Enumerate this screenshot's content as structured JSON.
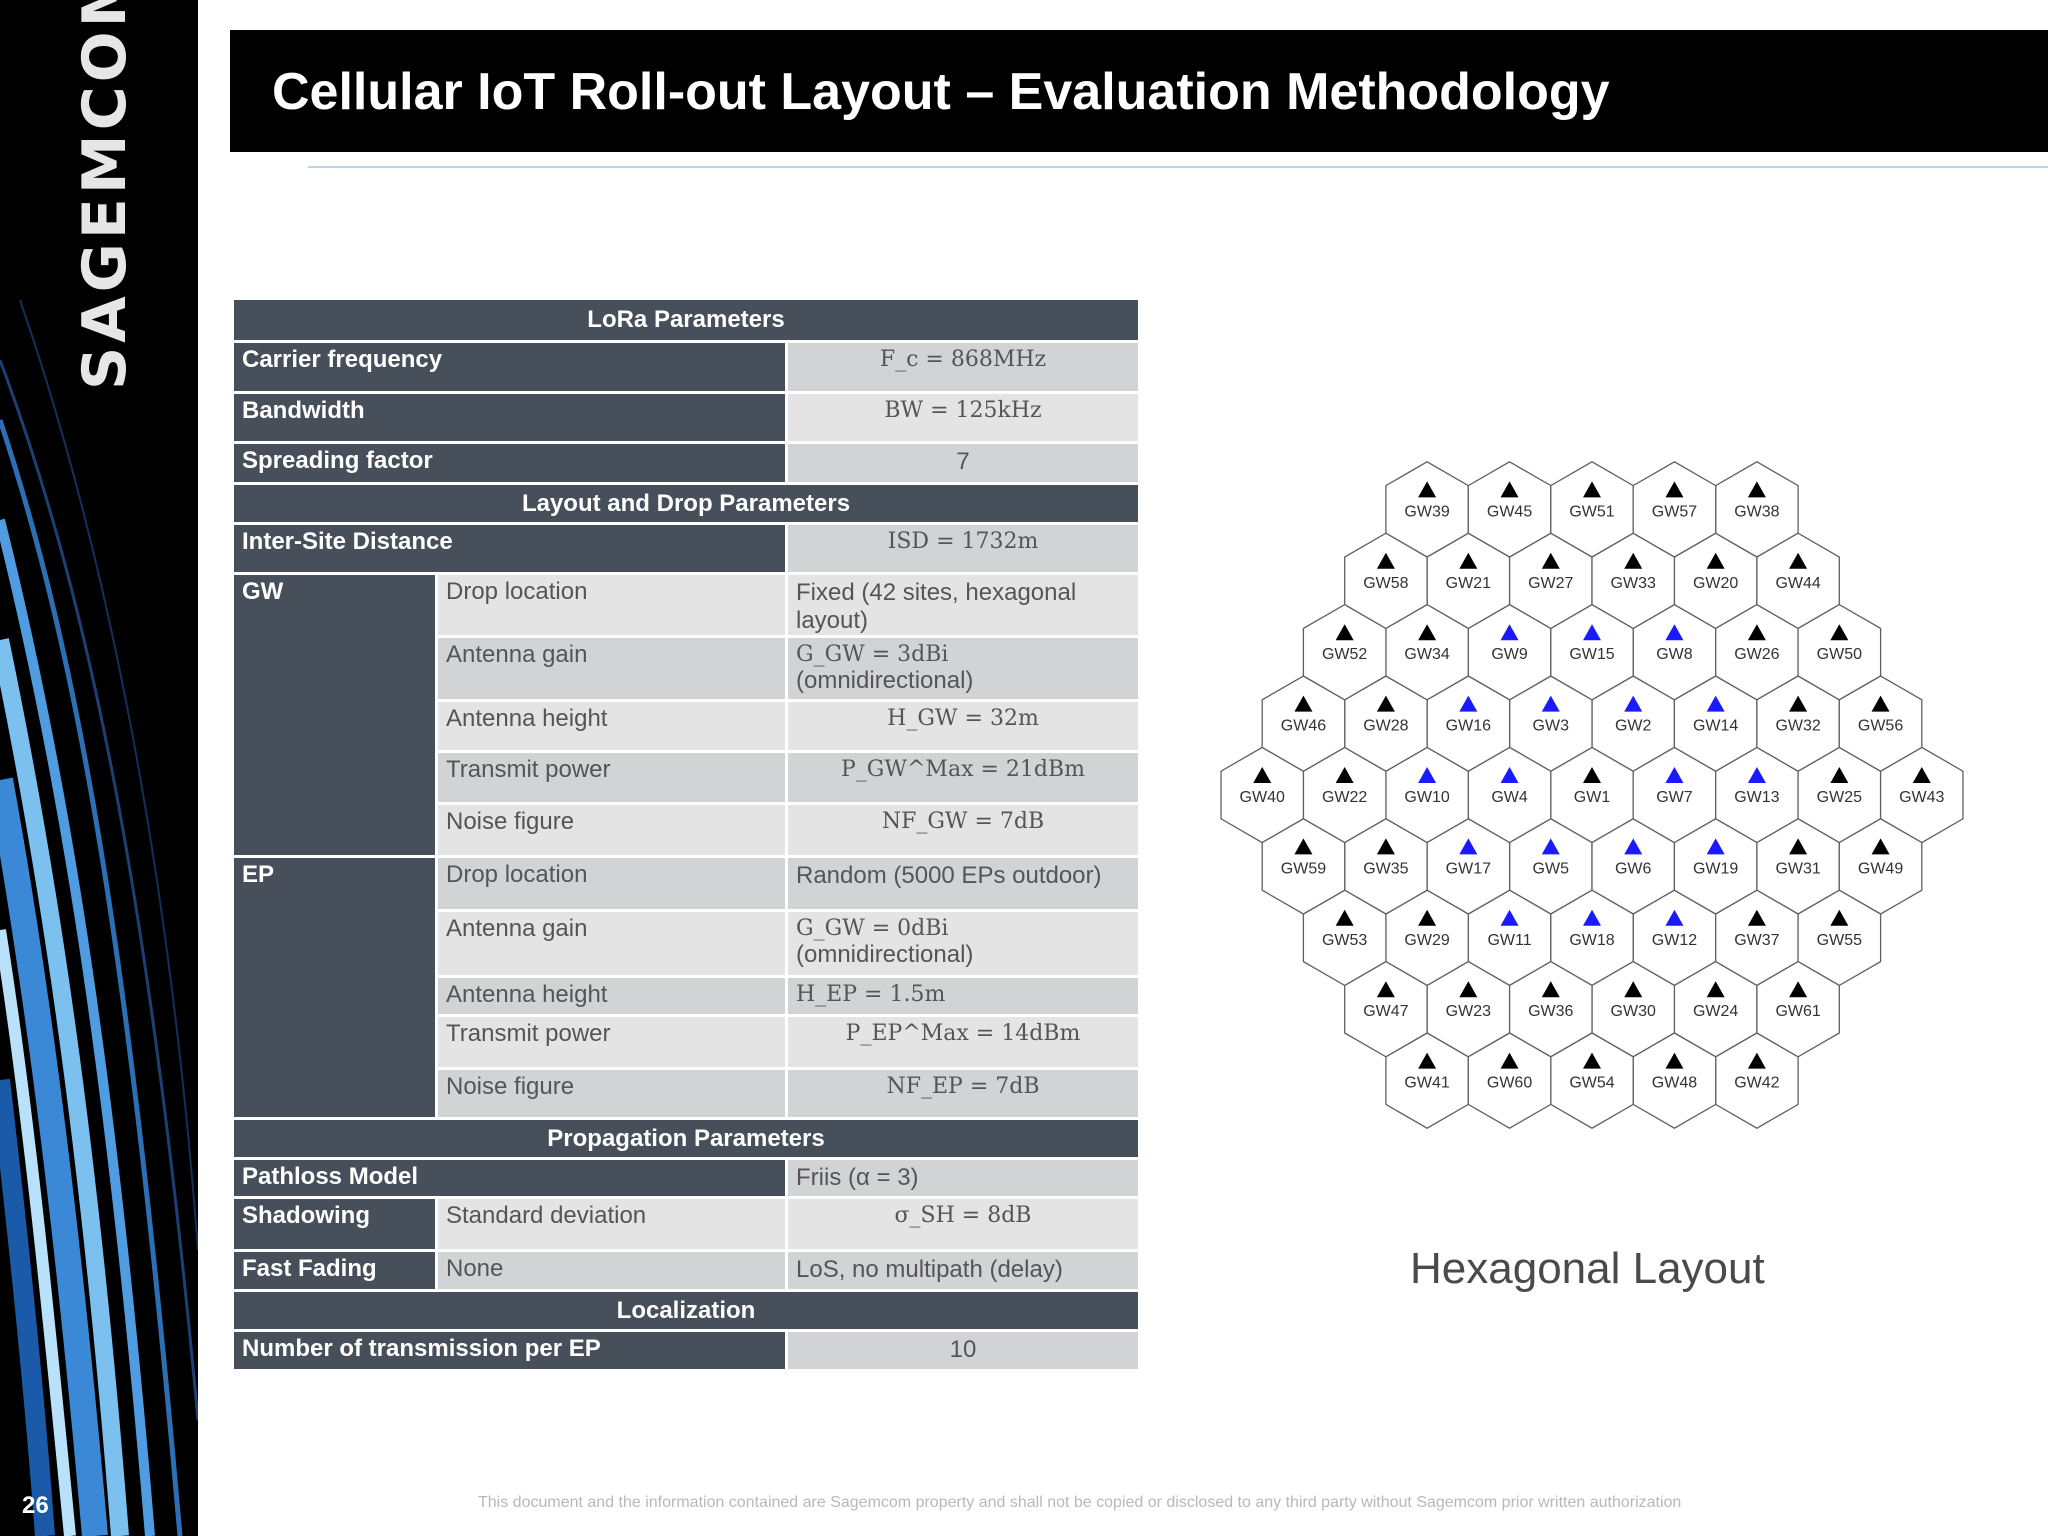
{
  "sidebar": {
    "logo_text": "SAGEMCOM",
    "page_number": "26"
  },
  "slide": {
    "title": "Cellular IoT Roll-out Layout – Evaluation Methodology"
  },
  "table": {
    "lora_header": "LoRa Parameters",
    "carrier_frequency": {
      "label": "Carrier frequency",
      "value": "F_c = 868MHz"
    },
    "bandwidth": {
      "label": "Bandwidth",
      "value": "BW = 125kHz"
    },
    "spreading_factor": {
      "label": "Spreading factor",
      "value": "7"
    },
    "layout_header": "Layout and Drop Parameters",
    "inter_site_distance": {
      "label": "Inter-Site Distance",
      "value": "ISD = 1732m"
    },
    "gw": {
      "label": "GW",
      "drop_location": {
        "label": "Drop location",
        "value": "Fixed (42 sites, hexagonal layout)"
      },
      "antenna_gain": {
        "label": "Antenna gain",
        "value": "G_GW = 3dBi",
        "note": "(omnidirectional)"
      },
      "antenna_height": {
        "label": "Antenna height",
        "value": "H_GW = 32m"
      },
      "transmit_power": {
        "label": "Transmit power",
        "value": "P_GW^Max = 21dBm"
      },
      "noise_figure": {
        "label": "Noise figure",
        "value": "NF_GW = 7dB"
      }
    },
    "ep": {
      "label": "EP",
      "drop_location": {
        "label": "Drop location",
        "value": "Random (5000 EPs outdoor)"
      },
      "antenna_gain": {
        "label": "Antenna gain",
        "value": "G_GW = 0dBi",
        "note": "(omnidirectional)"
      },
      "antenna_height": {
        "label": "Antenna height",
        "value": "H_EP = 1.5m"
      },
      "transmit_power": {
        "label": "Transmit power",
        "value": "P_EP^Max = 14dBm"
      },
      "noise_figure": {
        "label": "Noise figure",
        "value": "NF_EP = 7dB"
      }
    },
    "propagation_header": "Propagation Parameters",
    "pathloss_model": {
      "label": "Pathloss Model",
      "value": "Friis (α = 3)"
    },
    "shadowing": {
      "label": "Shadowing",
      "sub": "Standard deviation",
      "value": "σ_SH = 8dB"
    },
    "fast_fading": {
      "label": "Fast Fading",
      "sub": "None",
      "value": "LoS, no multipath (delay)"
    },
    "localization_header": "Localization",
    "transmissions": {
      "label": "Number of transmission per EP",
      "value": "10"
    }
  },
  "hex_layout": {
    "caption": "Hexagonal Layout",
    "inner_color": "#1a1aff",
    "outer_color": "#000000",
    "cells": [
      {
        "id": "GW1",
        "ring": 0,
        "q": 0,
        "r": 0
      },
      {
        "id": "GW2",
        "ring": 1,
        "q": 1,
        "r": -1
      },
      {
        "id": "GW3",
        "ring": 1,
        "q": 0,
        "r": -1
      },
      {
        "id": "GW4",
        "ring": 1,
        "q": -1,
        "r": 0
      },
      {
        "id": "GW5",
        "ring": 1,
        "q": -1,
        "r": 1
      },
      {
        "id": "GW6",
        "ring": 1,
        "q": 0,
        "r": 1
      },
      {
        "id": "GW7",
        "ring": 1,
        "q": 1,
        "r": 0
      },
      {
        "id": "GW8",
        "ring": 1,
        "q": 2,
        "r": -2
      },
      {
        "id": "GW9",
        "ring": 1,
        "q": 0,
        "r": -2
      },
      {
        "id": "GW10",
        "ring": 1,
        "q": -2,
        "r": 0
      },
      {
        "id": "GW11",
        "ring": 1,
        "q": -2,
        "r": 2
      },
      {
        "id": "GW12",
        "ring": 1,
        "q": 0,
        "r": 2
      },
      {
        "id": "GW13",
        "ring": 1,
        "q": 2,
        "r": 0
      },
      {
        "id": "GW14",
        "ring": 1,
        "q": 2,
        "r": -1
      },
      {
        "id": "GW15",
        "ring": 1,
        "q": 1,
        "r": -2
      },
      {
        "id": "GW16",
        "ring": 1,
        "q": -1,
        "r": -1
      },
      {
        "id": "GW17",
        "ring": 1,
        "q": -2,
        "r": 1
      },
      {
        "id": "GW18",
        "ring": 1,
        "q": -1,
        "r": 2
      },
      {
        "id": "GW19",
        "ring": 1,
        "q": 1,
        "r": 1
      },
      {
        "id": "GW20",
        "ring": 2,
        "q": 3,
        "r": -3
      },
      {
        "id": "GW21",
        "ring": 2,
        "q": 0,
        "r": -3
      },
      {
        "id": "GW22",
        "ring": 2,
        "q": -3,
        "r": 0
      },
      {
        "id": "GW23",
        "ring": 2,
        "q": -3,
        "r": 3
      },
      {
        "id": "GW24",
        "ring": 2,
        "q": 0,
        "r": 3
      },
      {
        "id": "GW25",
        "ring": 2,
        "q": 3,
        "r": 0
      },
      {
        "id": "GW26",
        "ring": 2,
        "q": 3,
        "r": -2
      },
      {
        "id": "GW27",
        "ring": 2,
        "q": 1,
        "r": -3
      },
      {
        "id": "GW28",
        "ring": 2,
        "q": -2,
        "r": -1
      },
      {
        "id": "GW29",
        "ring": 2,
        "q": -3,
        "r": 2
      },
      {
        "id": "GW30",
        "ring": 2,
        "q": -1,
        "r": 3
      },
      {
        "id": "GW31",
        "ring": 2,
        "q": 2,
        "r": 1
      },
      {
        "id": "GW32",
        "ring": 2,
        "q": 3,
        "r": -1
      },
      {
        "id": "GW33",
        "ring": 2,
        "q": 2,
        "r": -3
      },
      {
        "id": "GW34",
        "ring": 2,
        "q": -1,
        "r": -2
      },
      {
        "id": "GW35",
        "ring": 2,
        "q": -3,
        "r": 1
      },
      {
        "id": "GW36",
        "ring": 2,
        "q": -2,
        "r": 3
      },
      {
        "id": "GW37",
        "ring": 2,
        "q": 1,
        "r": 2
      },
      {
        "id": "GW38",
        "ring": 2,
        "q": 4,
        "r": -4
      },
      {
        "id": "GW39",
        "ring": 2,
        "q": 0,
        "r": -4
      },
      {
        "id": "GW40",
        "ring": 2,
        "q": -4,
        "r": 0
      },
      {
        "id": "GW41",
        "ring": 2,
        "q": -4,
        "r": 4
      },
      {
        "id": "GW42",
        "ring": 2,
        "q": 0,
        "r": 4
      },
      {
        "id": "GW43",
        "ring": 2,
        "q": 4,
        "r": 0
      },
      {
        "id": "GW44",
        "ring": 2,
        "q": 4,
        "r": -3
      },
      {
        "id": "GW45",
        "ring": 2,
        "q": 1,
        "r": -4
      },
      {
        "id": "GW46",
        "ring": 2,
        "q": -3,
        "r": -1
      },
      {
        "id": "GW47",
        "ring": 2,
        "q": -4,
        "r": 3
      },
      {
        "id": "GW48",
        "ring": 2,
        "q": -1,
        "r": 4
      },
      {
        "id": "GW49",
        "ring": 2,
        "q": 3,
        "r": 1
      },
      {
        "id": "GW50",
        "ring": 2,
        "q": 4,
        "r": -2
      },
      {
        "id": "GW51",
        "ring": 2,
        "q": 2,
        "r": -4
      },
      {
        "id": "GW52",
        "ring": 2,
        "q": -2,
        "r": -2
      },
      {
        "id": "GW53",
        "ring": 2,
        "q": -4,
        "r": 2
      },
      {
        "id": "GW54",
        "ring": 2,
        "q": -2,
        "r": 4
      },
      {
        "id": "GW55",
        "ring": 2,
        "q": 2,
        "r": 2
      },
      {
        "id": "GW56",
        "ring": 2,
        "q": 4,
        "r": -1
      },
      {
        "id": "GW57",
        "ring": 2,
        "q": 3,
        "r": -4
      },
      {
        "id": "GW58",
        "ring": 2,
        "q": -1,
        "r": -3
      },
      {
        "id": "GW59",
        "ring": 2,
        "q": -4,
        "r": 1
      },
      {
        "id": "GW60",
        "ring": 2,
        "q": -3,
        "r": 4
      },
      {
        "id": "GW61",
        "ring": 2,
        "q": 1,
        "r": 3
      }
    ]
  },
  "footer": {
    "disclaimer": "This document and the information contained are Sagemcom property and shall not be copied or disclosed to any third party without Sagemcom prior written authorization"
  }
}
